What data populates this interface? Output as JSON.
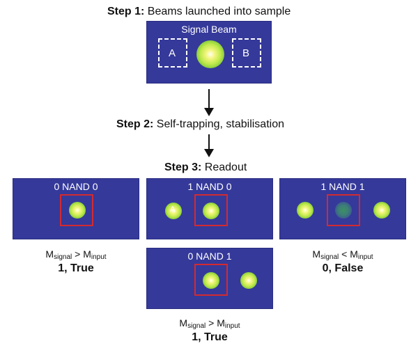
{
  "steps": {
    "step1": {
      "label": "Step 1:",
      "text": " Beams launched into sample"
    },
    "step2": {
      "label": "Step 2:",
      "text": " Self-trapping, stabilisation"
    },
    "step3": {
      "label": "Step 3:",
      "text": " Readout"
    }
  },
  "top_panel": {
    "title": "Signal Beam",
    "box_a": "A",
    "box_b": "B"
  },
  "panels": [
    {
      "title": "0 NAND 0"
    },
    {
      "title": "1 NAND 0",
      "spot_label": "A"
    },
    {
      "title": "1 NAND 1"
    },
    {
      "title": "0 NAND 1"
    }
  ],
  "captions": [
    {
      "m": "M",
      "sig": "signal",
      "op": " > ",
      "inp": "input",
      "result": "1, True"
    },
    {
      "m": "M",
      "sig": "signal",
      "op": " < ",
      "inp": "input",
      "result": "0, False"
    },
    {
      "m": "M",
      "sig": "signal",
      "op": " > ",
      "inp": "input",
      "result": "1, True"
    }
  ],
  "colors": {
    "panel_bg": "#35399a",
    "red_box": "#d42a2f",
    "spot_bright": "#f4f680",
    "spot_dim": "#3c9064"
  }
}
